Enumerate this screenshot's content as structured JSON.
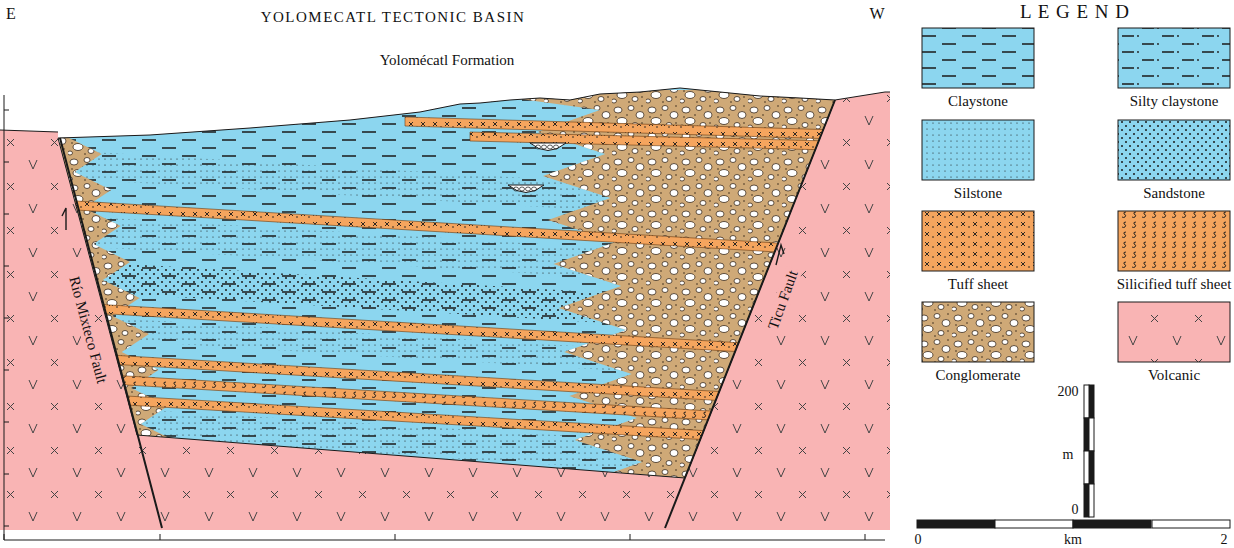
{
  "diagram": {
    "title": "YOLOMECATL TECTONIC BASIN",
    "labels": [
      "E",
      "W",
      "Yolomécatl Formation",
      "Río Mixteco Fault",
      "Ticu Fault",
      "L E G E N D",
      "200",
      "m",
      "0",
      "0",
      "km",
      "2"
    ],
    "legend": [
      {
        "text": "Claystone"
      },
      {
        "text": "Silty claystone"
      },
      {
        "text": "Silstone"
      },
      {
        "text": "Sandstone"
      },
      {
        "text": "Tuff sheet"
      },
      {
        "text": "Silicified tuff sheet"
      },
      {
        "text": "Conglomerate"
      },
      {
        "text": "Volcanic"
      }
    ]
  }
}
